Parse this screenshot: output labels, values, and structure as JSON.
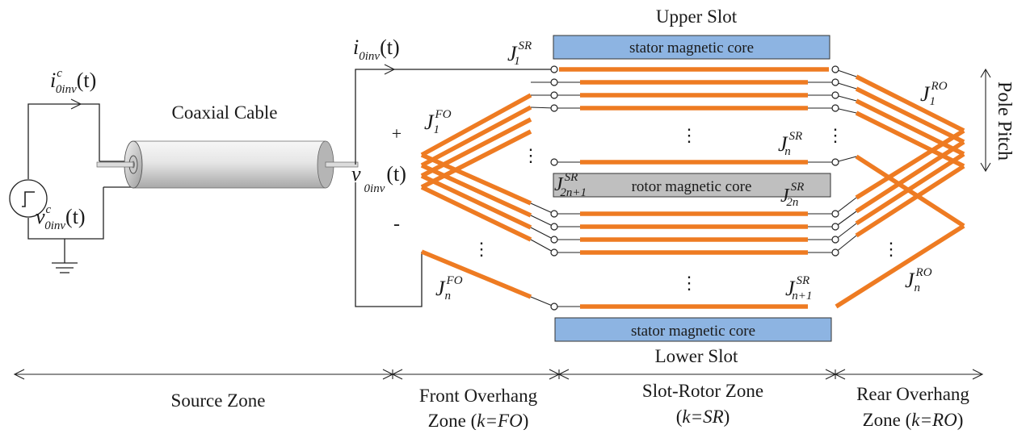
{
  "labels": {
    "upper_slot": "Upper Slot",
    "lower_slot": "Lower Slot",
    "coaxial_cable": "Coaxial Cable",
    "pole_pitch": "Pole Pitch",
    "stator_core_top": "stator magnetic core",
    "stator_core_bottom": "stator magnetic core",
    "rotor_core": "rotor magnetic core",
    "plus": "+",
    "minus": "-",
    "ellipsis": "⋮"
  },
  "symbols": {
    "i_inv": {
      "base": "i",
      "sub": "0inv",
      "arg": "(t)"
    },
    "i_c": {
      "base": "i",
      "sup": "c",
      "sub": "0inv",
      "arg": "(t)"
    },
    "v_inv": {
      "base": "v",
      "sub": "0inv",
      "arg": "(t)"
    },
    "v_c": {
      "base": "v",
      "sup": "c",
      "sub": "0inv",
      "arg": "(t)"
    },
    "J_SR_1": {
      "base": "J",
      "sup": "SR",
      "sub": "1"
    },
    "J_SR_n": {
      "base": "J",
      "sup": "SR",
      "sub": "n"
    },
    "J_SR_2n1": {
      "base": "J",
      "sup": "SR",
      "sub": "2n+1"
    },
    "J_SR_2n": {
      "base": "J",
      "sup": "SR",
      "sub": "2n"
    },
    "J_SR_n1": {
      "base": "J",
      "sup": "SR",
      "sub": "n+1"
    },
    "J_FO_1": {
      "base": "J",
      "sup": "FO",
      "sub": "1"
    },
    "J_FO_n": {
      "base": "J",
      "sup": "FO",
      "sub": "n"
    },
    "J_RO_1": {
      "base": "J",
      "sup": "RO",
      "sub": "1"
    },
    "J_RO_n": {
      "base": "J",
      "sup": "RO",
      "sub": "n"
    }
  },
  "zones": [
    {
      "line1": "Source Zone",
      "line2": ""
    },
    {
      "line1": "Front Overhang",
      "line2_pre": "Zone (",
      "line2_it": "k=FO",
      "line2_post": ")"
    },
    {
      "line1": "Slot-Rotor  Zone",
      "line2_pre": "(",
      "line2_it": "k=SR",
      "line2_post": ")"
    },
    {
      "line1": "Rear Overhang",
      "line2_pre": "Zone (",
      "line2_it": "k=RO",
      "line2_post": ")"
    }
  ],
  "colors": {
    "conductor": "#ee7b22",
    "stator_core": "#8db4e2",
    "rotor_core": "#bfbfbf",
    "cable_body": "#e6e6e6",
    "wire": "#222222"
  }
}
